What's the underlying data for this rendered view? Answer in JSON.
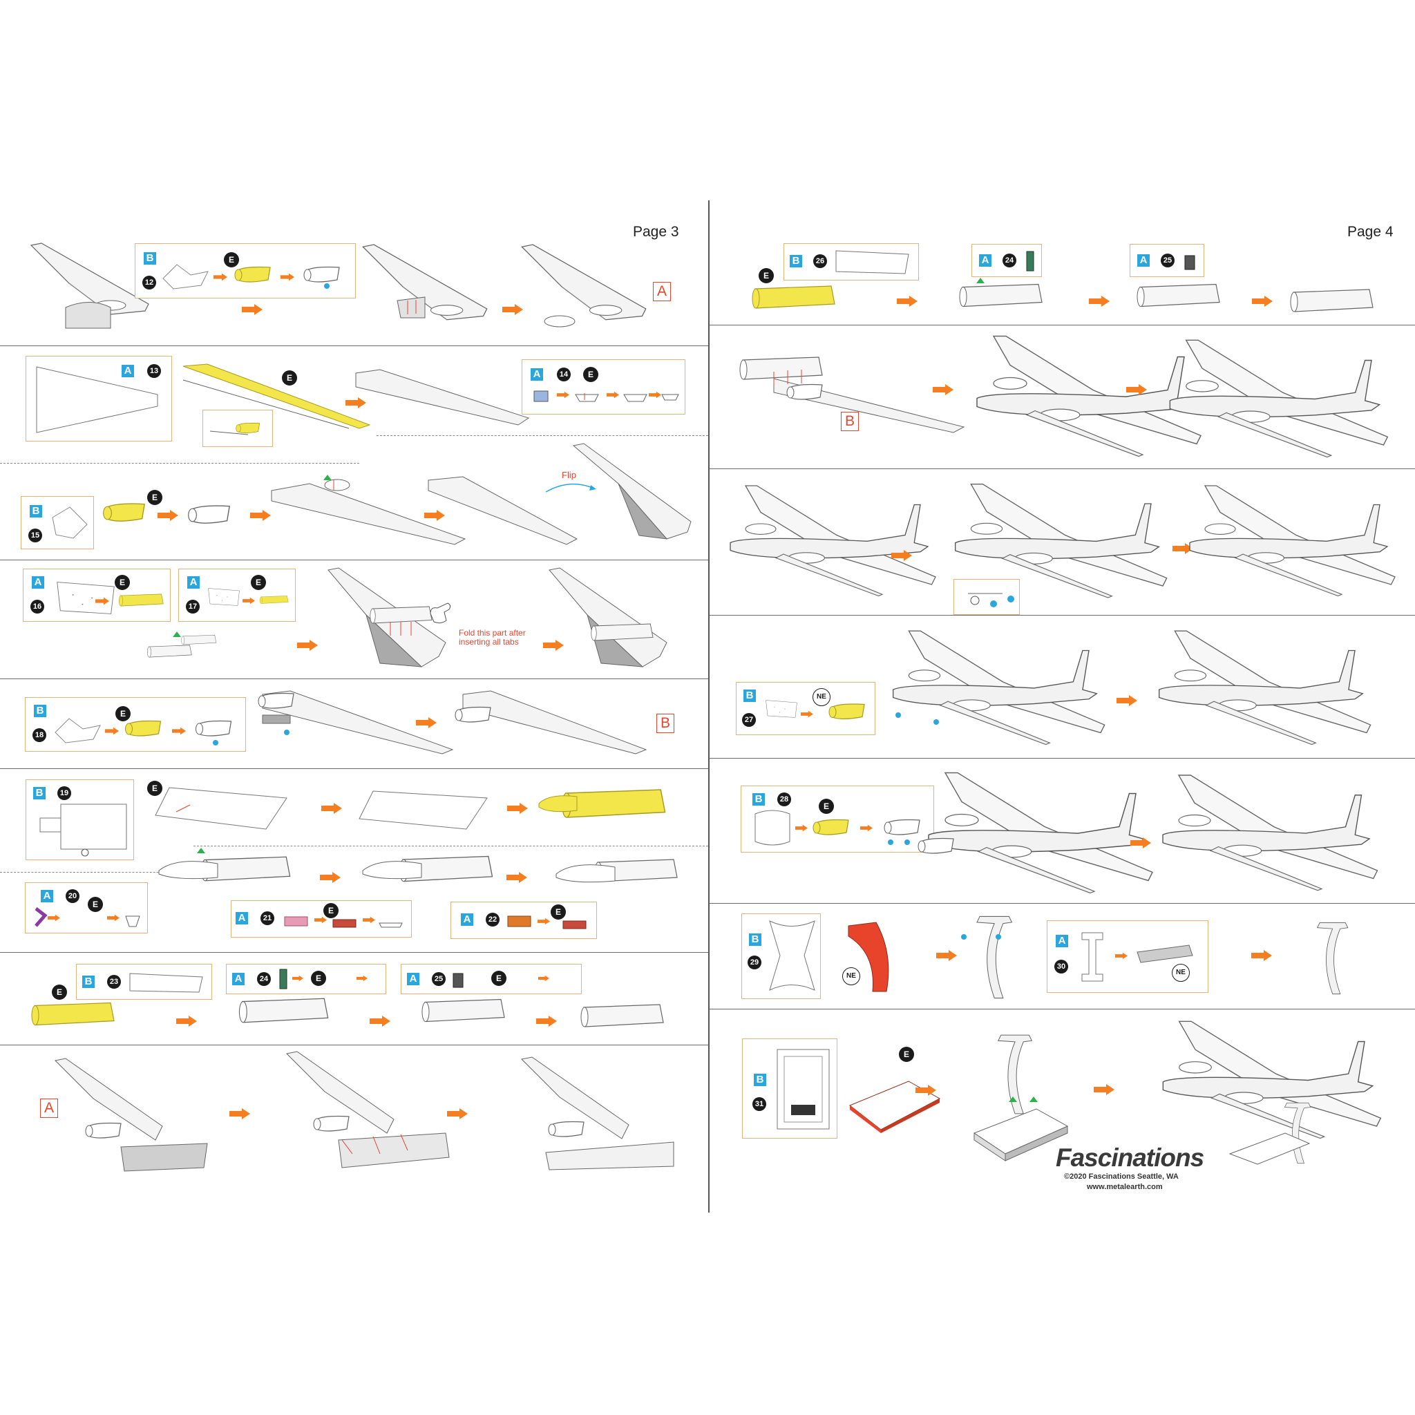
{
  "pages": [
    {
      "label": "Page 3"
    },
    {
      "label": "Page 4"
    }
  ],
  "colors": {
    "accent_orange": "#f57f20",
    "part_yellow": "#f3e64a",
    "tag_blue": "#29a6de",
    "ref_red": "#e8442c",
    "inset_border": "#e6b27a",
    "tab_green": "#2bb24c"
  },
  "sheet_labels": {
    "A": "A",
    "B": "B"
  },
  "badges": {
    "E": "E",
    "NE": "NE"
  },
  "steps_page3": [
    {
      "sheet": "B",
      "number": "12",
      "ref": "A"
    },
    {
      "sheet": "A",
      "number": "13"
    },
    {
      "sheet": "A",
      "number": "14"
    },
    {
      "sheet": "B",
      "number": "15",
      "flip": "Flip"
    },
    {
      "sheet": "A",
      "number": "16"
    },
    {
      "sheet": "A",
      "number": "17",
      "note": "Fold this part after inserting all tabs"
    },
    {
      "sheet": "B",
      "number": "18",
      "ref": "B"
    },
    {
      "sheet": "B",
      "number": "19"
    },
    {
      "sheet": "A",
      "number": "20"
    },
    {
      "sheet": "A",
      "number": "21"
    },
    {
      "sheet": "A",
      "number": "22"
    },
    {
      "sheet": "B",
      "number": "23"
    },
    {
      "sheet": "A",
      "number": "24"
    },
    {
      "sheet": "A",
      "number": "25"
    },
    {
      "ref": "A"
    }
  ],
  "steps_page4": [
    {
      "sheet": "B",
      "number": "26"
    },
    {
      "sheet": "A",
      "number": "24"
    },
    {
      "sheet": "A",
      "number": "25"
    },
    {
      "ref": "B"
    },
    {
      "sheet": "B",
      "number": "27"
    },
    {
      "sheet": "B",
      "number": "28"
    },
    {
      "sheet": "B",
      "number": "29"
    },
    {
      "sheet": "A",
      "number": "30"
    },
    {
      "sheet": "B",
      "number": "31"
    }
  ],
  "brand": {
    "name": "Fascinations",
    "copyright": "©2020 Fascinations Seattle, WA",
    "url": "www.metalearth.com"
  },
  "icons": [
    "orange-arrow-icon",
    "green-triangle-icon",
    "blue-dot-icon",
    "flip-arrow-icon",
    "hand-pointer-icon"
  ]
}
